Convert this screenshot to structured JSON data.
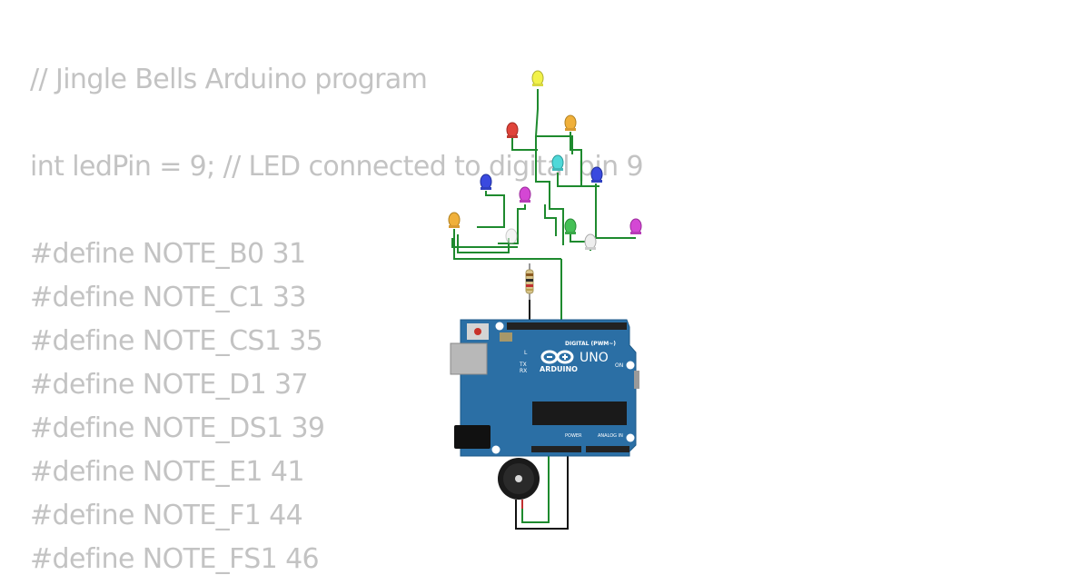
{
  "code": {
    "lines": [
      "// Jingle Bells Arduino program",
      "int ledPin = 9; // LED connected to digital pin 9",
      "#define NOTE_B0 31",
      "#define NOTE_C1 33",
      "#define NOTE_CS1 35",
      "#define NOTE_D1 37",
      "#define NOTE_DS1 39",
      "#define NOTE_E1 41",
      "#define NOTE_F1 44",
      "#define NOTE_FS1 46"
    ]
  },
  "board": {
    "model": "UNO",
    "brand": "ARDUINO",
    "digital_label": "DIGITAL (PWM~)",
    "power_label": "POWER",
    "analog_label": "ANALOG IN",
    "tx_label": "TX",
    "rx_label": "RX",
    "l_label": "L",
    "on_label": "ON",
    "color": "#2b6fa5"
  },
  "leds": [
    {
      "name": "yellow",
      "color": "#f2f24a"
    },
    {
      "name": "red",
      "color": "#e0443a"
    },
    {
      "name": "orange",
      "color": "#f0b03a"
    },
    {
      "name": "cyan",
      "color": "#4fd8d8"
    },
    {
      "name": "blue",
      "color": "#3a4adf"
    },
    {
      "name": "magenta",
      "color": "#d447d4"
    },
    {
      "name": "orange",
      "color": "#f0b03a"
    },
    {
      "name": "green",
      "color": "#44c055"
    },
    {
      "name": "white",
      "color": "#dddddd"
    },
    {
      "name": "magenta",
      "color": "#d447d4"
    }
  ],
  "wire_colors": {
    "signal": "#1e8a2e",
    "ground": "#111111"
  }
}
